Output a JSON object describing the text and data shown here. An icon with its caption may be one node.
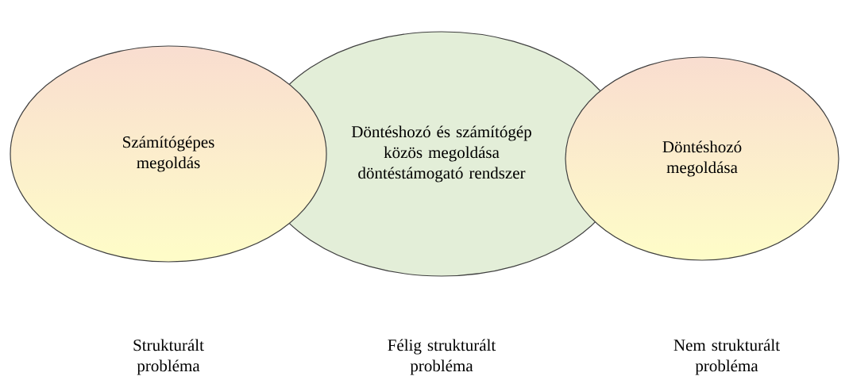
{
  "diagram": {
    "nodes": [
      {
        "text": [
          "Számítógépes megoldás"
        ]
      },
      {
        "text": [
          "Döntéshozó és számítógép közös megoldása döntéstámogató rendszer"
        ]
      },
      {
        "text": [
          "Döntéshozó megoldása"
        ]
      }
    ],
    "labels": [
      "Strukturált probléma",
      "Félig strukturált probléma",
      "Nem strukturált probléma"
    ]
  }
}
